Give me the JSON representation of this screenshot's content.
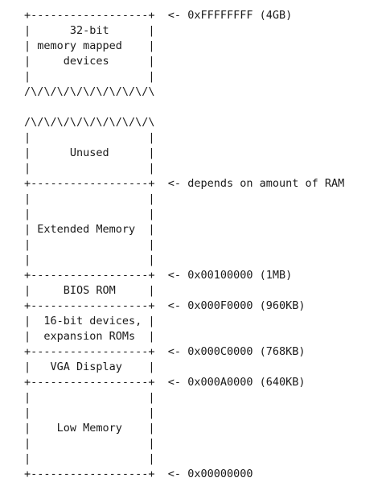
{
  "rows": [
    "+------------------+  <- 0xFFFFFFFF (4GB)",
    "|      32-bit      |",
    "| memory mapped    |",
    "|     devices      |",
    "|                  |",
    "/\\/\\/\\/\\/\\/\\/\\/\\/\\/\\",
    "",
    "/\\/\\/\\/\\/\\/\\/\\/\\/\\/\\",
    "|                  |",
    "|      Unused      |",
    "|                  |",
    "+------------------+  <- depends on amount of RAM",
    "|                  |",
    "|                  |",
    "| Extended Memory  |",
    "|                  |",
    "|                  |",
    "+------------------+  <- 0x00100000 (1MB)",
    "|     BIOS ROM     |",
    "+------------------+  <- 0x000F0000 (960KB)",
    "|  16-bit devices, |",
    "|  expansion ROMs  |",
    "+------------------+  <- 0x000C0000 (768KB)",
    "|   VGA Display    |",
    "+------------------+  <- 0x000A0000 (640KB)",
    "|                  |",
    "|                  |",
    "|    Low Memory    |",
    "|                  |",
    "|                  |",
    "+------------------+  <- 0x00000000"
  ]
}
